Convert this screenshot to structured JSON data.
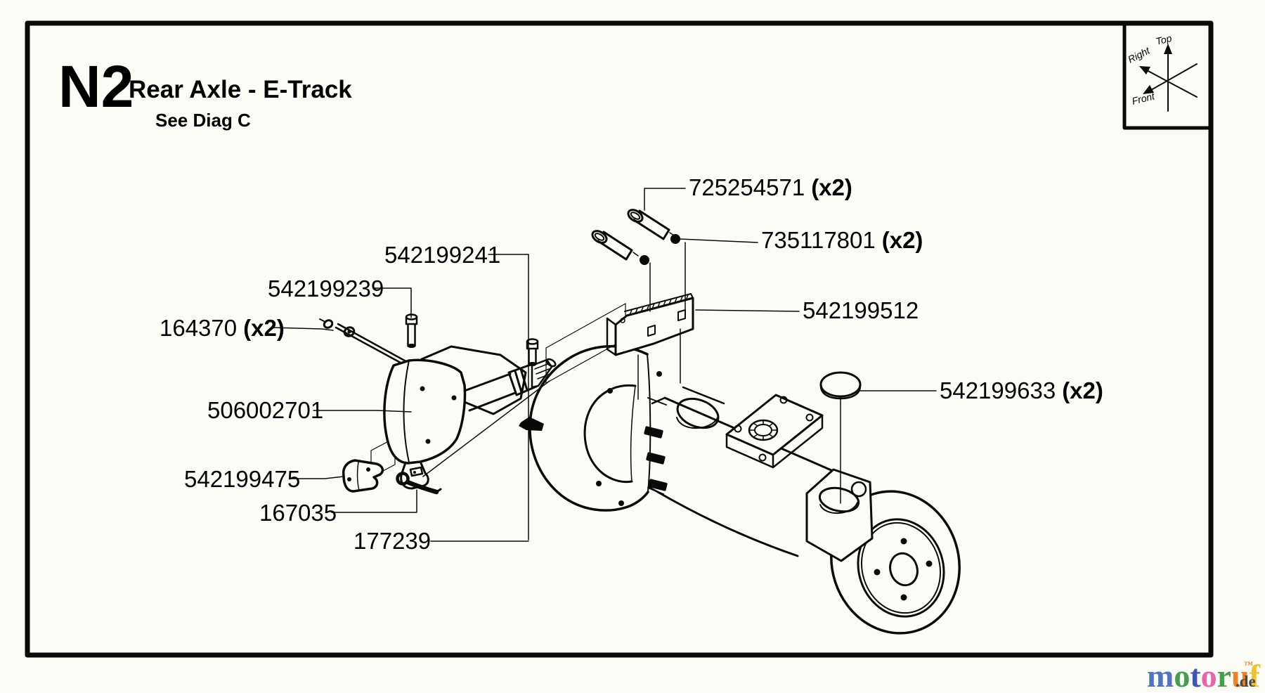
{
  "header": {
    "diagram_code": "N2",
    "title": "Rear Axle - E-Track",
    "subtitle": "See Diag C"
  },
  "compass": {
    "top": "Top",
    "right": "Right",
    "front": "Front"
  },
  "parts": [
    {
      "number": "725254571",
      "qty": "(x2)"
    },
    {
      "number": "735117801",
      "qty": "(x2)"
    },
    {
      "number": "542199241",
      "qty": ""
    },
    {
      "number": "542199239",
      "qty": ""
    },
    {
      "number": "164370",
      "qty": "(x2)"
    },
    {
      "number": "506002701",
      "qty": ""
    },
    {
      "number": "542199475",
      "qty": ""
    },
    {
      "number": "167035",
      "qty": ""
    },
    {
      "number": "177239",
      "qty": ""
    },
    {
      "number": "542199512",
      "qty": ""
    },
    {
      "number": "542199633",
      "qty": "(x2)"
    }
  ],
  "watermark": {
    "suffix": ".de",
    "tm": "™",
    "suffix_color": "#474747",
    "tm_color": "#ef8227",
    "letters": [
      {
        "ch": "m",
        "color": "#5272c2"
      },
      {
        "ch": "o",
        "color": "#44a04e"
      },
      {
        "ch": "t",
        "color": "#3c57b5"
      },
      {
        "ch": "o",
        "color": "#ea62aa"
      },
      {
        "ch": "r",
        "color": "#44a04e"
      },
      {
        "ch": "u",
        "color": "#ef8227"
      },
      {
        "ch": "f",
        "color": "#eec32b"
      }
    ]
  }
}
